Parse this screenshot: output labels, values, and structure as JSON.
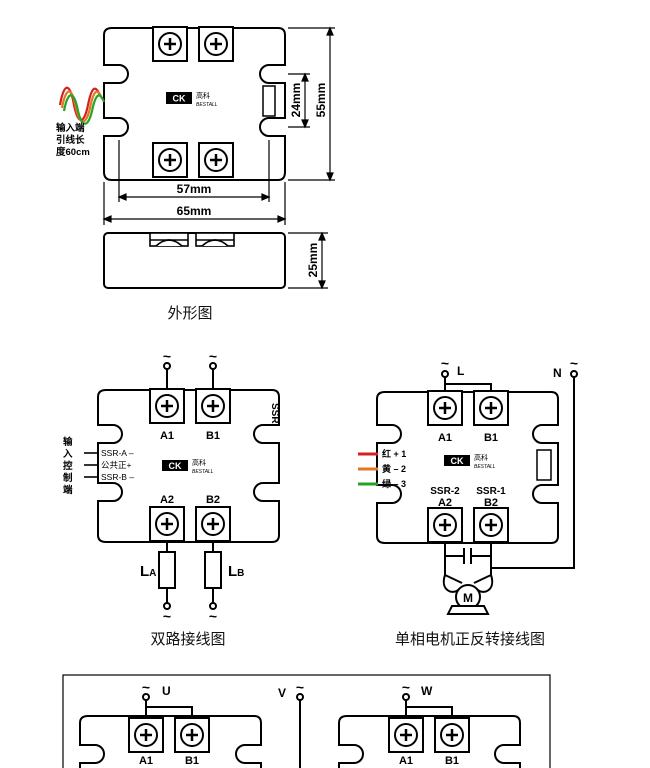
{
  "outline": {
    "caption": "外形图",
    "dim_57": "57mm",
    "dim_65": "65mm",
    "dim_24": "24mm",
    "dim_55": "55mm",
    "dim_25": "25mm",
    "lead_note": [
      "输入端",
      "引线长",
      "度60cm"
    ]
  },
  "dual": {
    "caption": "双路接线图",
    "tilde": "~",
    "ssr_label": "SSR",
    "a1": "A1",
    "b1": "B1",
    "a2": "A2",
    "b2": "B2",
    "input_side": [
      "输",
      "入",
      "控",
      "制",
      "端"
    ],
    "ssr_a": "SSR-A –",
    "common": "公共正+",
    "ssr_b": "SSR-B –",
    "la": "L",
    "la_sub": "A",
    "lb": "L",
    "lb_sub": "B"
  },
  "motor": {
    "caption": "单相电机正反转接线图",
    "l": "L",
    "n": "N",
    "m": "M",
    "a1": "A1",
    "b1": "B1",
    "a2": "A2",
    "b2": "B2",
    "ssr2": "SSR-2",
    "ssr1": "SSR-1",
    "red": "红 + 1",
    "yellow": "黄 – 2",
    "green": "绿 – 3"
  },
  "three": {
    "u": "U",
    "v": "V",
    "w": "W",
    "a1": "A1",
    "b1": "B1"
  },
  "brand": {
    "cn": "高科",
    "en": "BESTALL",
    "logo": "CK"
  },
  "colors": {
    "red": "#d62020",
    "orange": "#e07820",
    "green": "#27a327",
    "line": "#000000"
  }
}
